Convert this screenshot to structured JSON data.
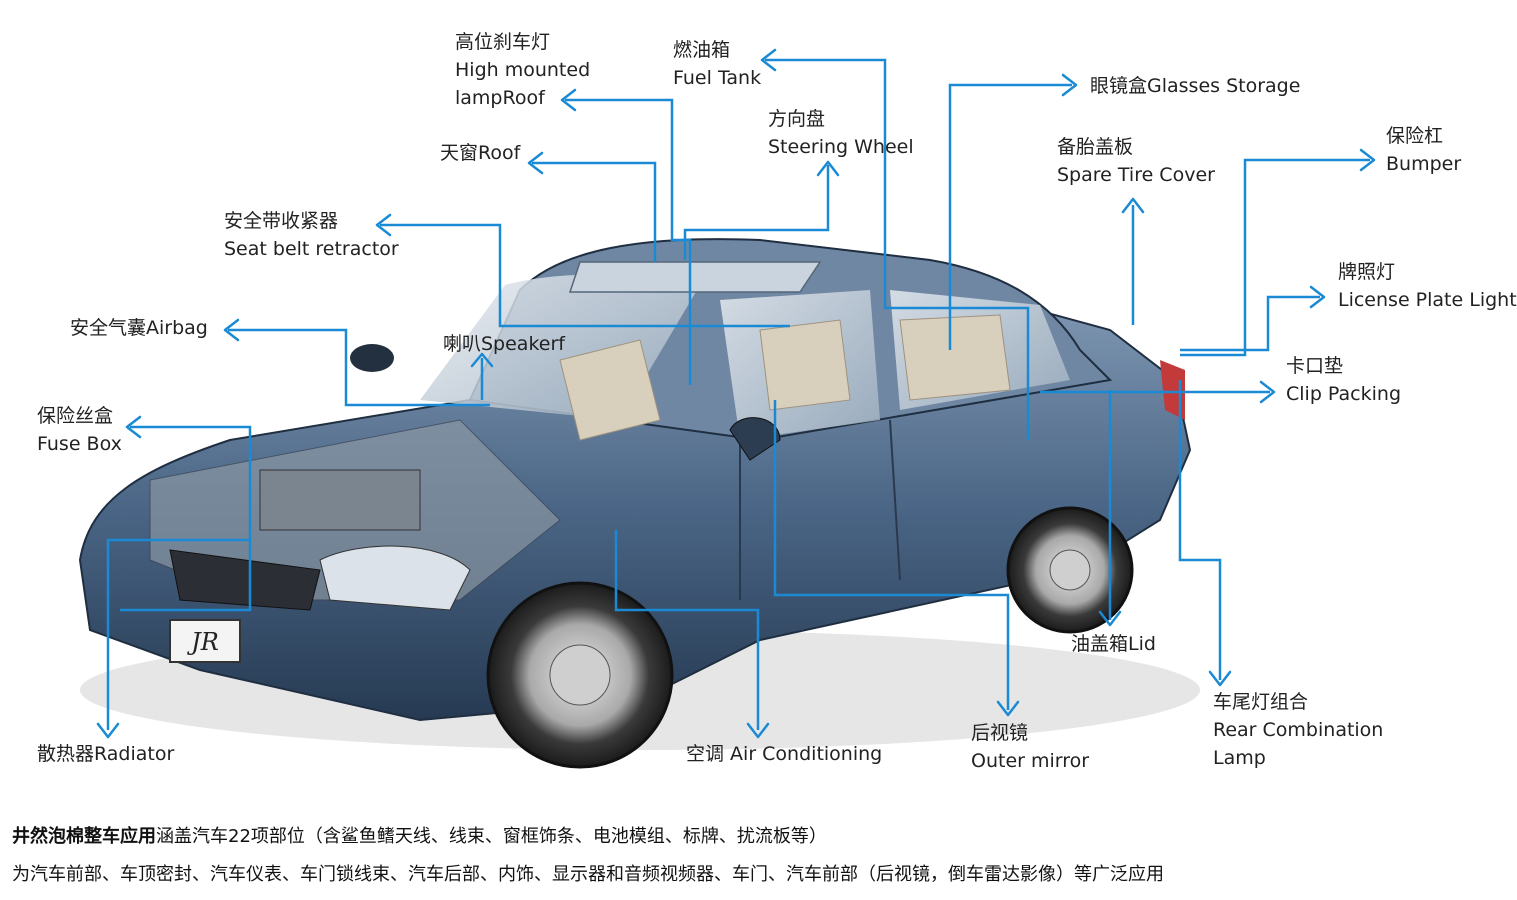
{
  "colors": {
    "leader": "#1a8ad4",
    "car_body": "#3f5a78",
    "glass": "#b8c4cf",
    "interior": "#d9cfbd"
  },
  "labels": {
    "high_mounted": {
      "cn": "高位刹车灯",
      "en1": "High mounted",
      "en2": "lampRoof"
    },
    "fuel_tank": {
      "cn": "燃油箱",
      "en": "Fuel Tank"
    },
    "glasses": {
      "text": "眼镜盒Glasses Storage"
    },
    "steering": {
      "cn": "方向盘",
      "en": "Steering Wheel"
    },
    "roof": {
      "text": "天窗Roof"
    },
    "spare_tire": {
      "cn": "备胎盖板",
      "en": "Spare Tire Cover"
    },
    "bumper": {
      "cn": "保险杠",
      "en": "Bumper"
    },
    "seatbelt": {
      "cn": "安全带收紧器",
      "en": "Seat belt retractor"
    },
    "license": {
      "cn": "牌照灯",
      "en": "License Plate Light"
    },
    "airbag": {
      "text": "安全气囊Airbag"
    },
    "speaker": {
      "text": "喇叭Speakerf"
    },
    "clip": {
      "cn": "卡口垫",
      "en": "Clip Packing"
    },
    "fuse": {
      "cn": "保险丝盒",
      "en": "Fuse Box"
    },
    "lid": {
      "text": "油盖箱Lid"
    },
    "rear_lamp": {
      "cn": "车尾灯组合",
      "en1": "Rear Combination",
      "en2": "Lamp"
    },
    "mirror": {
      "cn": "后视镜",
      "en": "Outer mirror"
    },
    "radiator": {
      "text": "散热器Radiator"
    },
    "aircon": {
      "text": "空调 Air Conditioning"
    }
  },
  "plate": {
    "text": "JR"
  },
  "caption": {
    "line1_bold": "井然泡棉整车应用",
    "line1_rest": "涵盖汽车22项部位（含鲨鱼鳍天线、线束、窗框饰条、电池模组、标牌、扰流板等）",
    "line2": "为汽车前部、车顶密封、汽车仪表、车门锁线束、汽车后部、内饰、显示器和音频视频器、车门、汽车前部（后视镜，倒车雷达影像）等广泛应用"
  }
}
